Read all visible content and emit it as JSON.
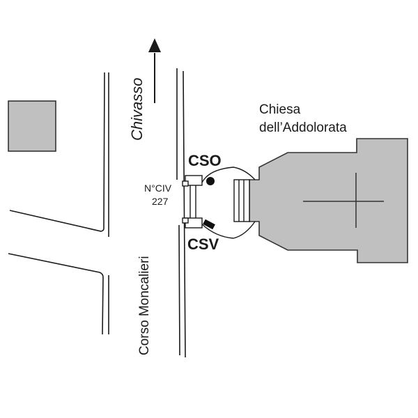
{
  "map": {
    "labels": {
      "direction": "Chivasso",
      "street": "Corso Moncalieri",
      "church_line1": "Chiesa",
      "church_line2": "dell’Addolorata",
      "civic_line1": "N°CIV",
      "civic_line2": "227",
      "cso": "CSO",
      "csv": "CSV"
    },
    "colors": {
      "building_fill": "#c0c0c0",
      "line": "#1a1a1a",
      "background": "#ffffff"
    },
    "icons": {
      "direction_arrow": "arrow-up",
      "cso_marker": "filled-circle",
      "csv_marker": "filled-rectangle",
      "church_cross": "cross"
    }
  }
}
